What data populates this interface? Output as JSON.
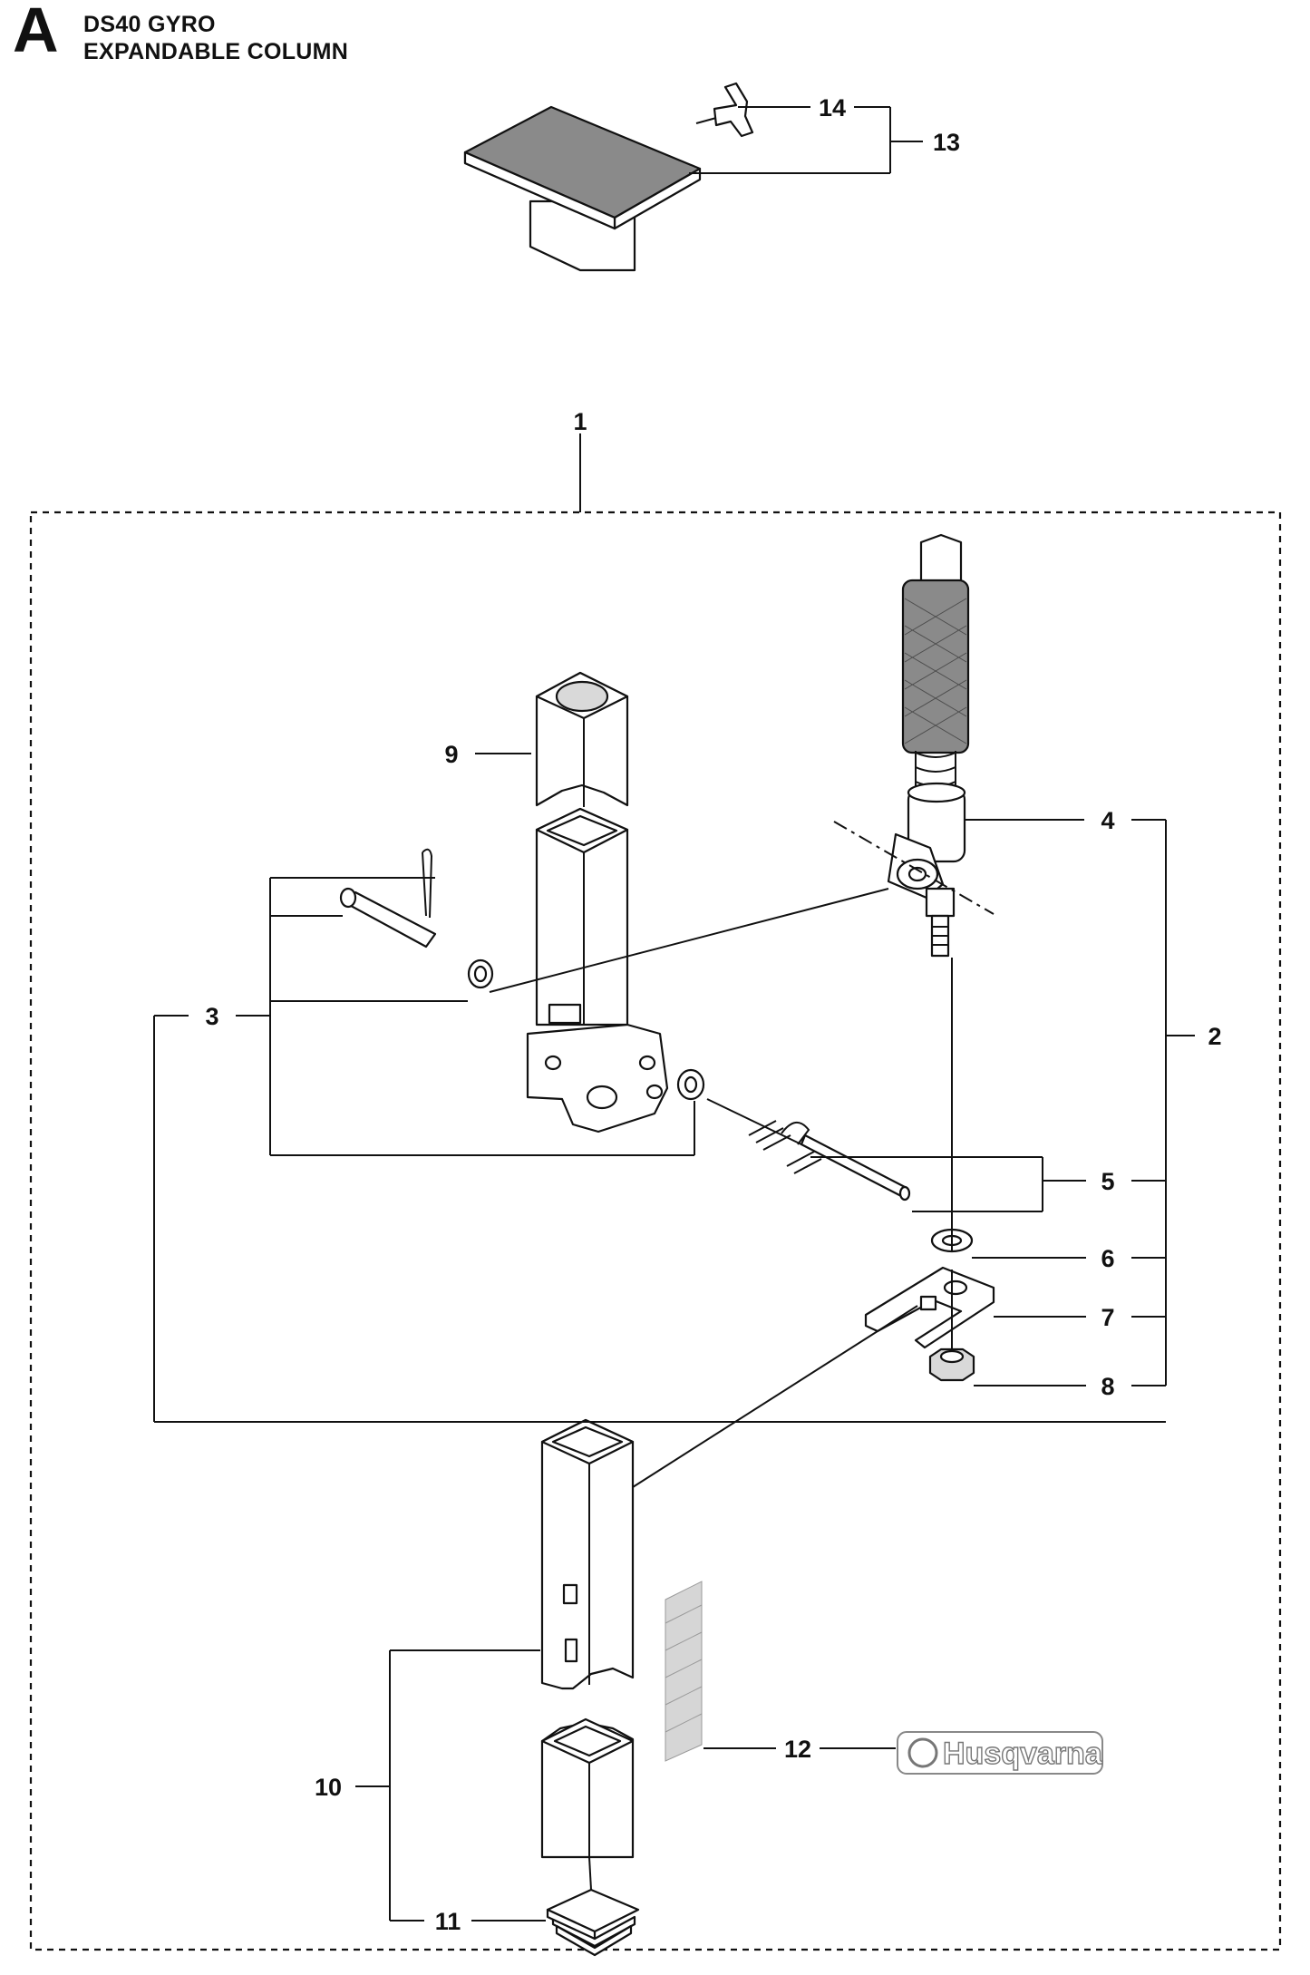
{
  "header": {
    "section_letter": "A",
    "title_line1": "DS40 GYRO",
    "title_line2": "EXPANDABLE COLUMN"
  },
  "callouts": {
    "c1": "1",
    "c2": "2",
    "c3": "3",
    "c4": "4",
    "c5": "5",
    "c6": "6",
    "c7": "7",
    "c8": "8",
    "c9": "9",
    "c10": "10",
    "c11": "11",
    "c12": "12",
    "c13": "13",
    "c14": "14"
  },
  "decal": {
    "brand": "Husqvarna"
  }
}
